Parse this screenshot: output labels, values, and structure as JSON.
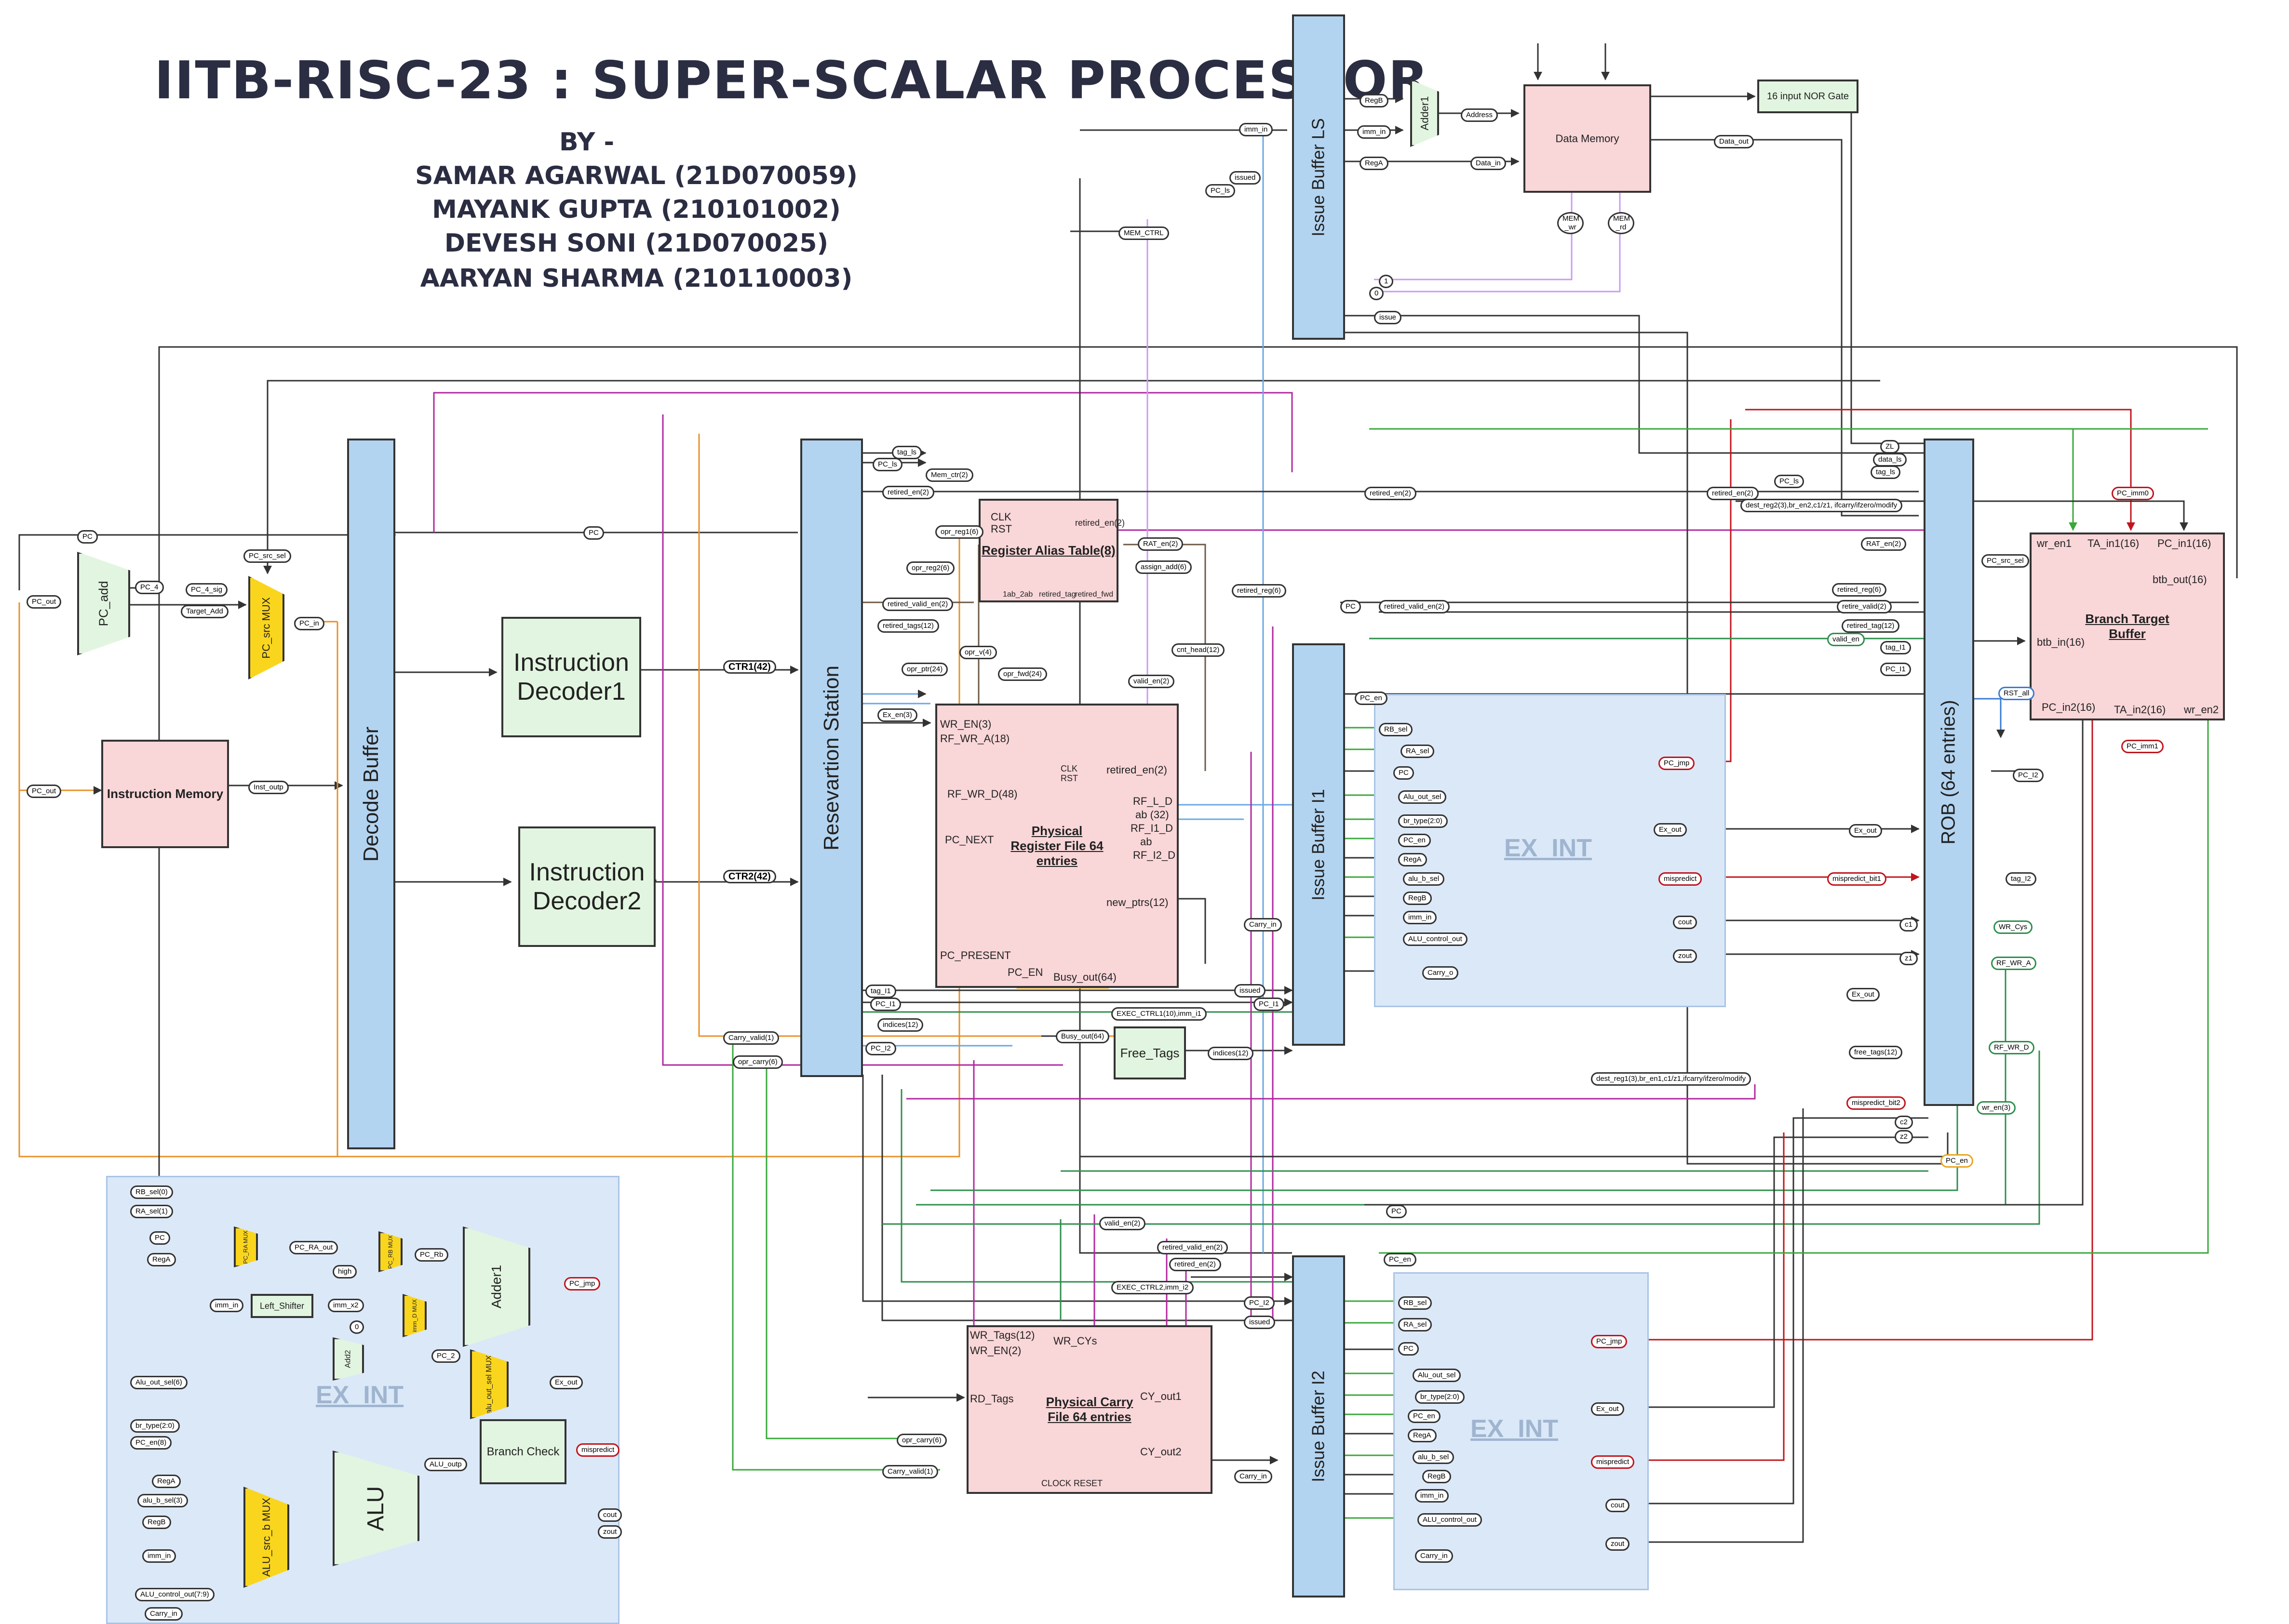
{
  "title": "IITB-RISC-23 : SUPER-SCALAR PROCESSOR",
  "by": "BY -",
  "authors": [
    "SAMAR AGARWAL (21D070059)",
    "MAYANK GUPTA (210101002)",
    "DEVESH SONI (21D070025)",
    "AARYAN SHARMA (210110003)"
  ],
  "blocks": {
    "pc_add": "PC_add",
    "pc_src_mux": "PC_src MUX",
    "instruction_memory": "Instruction Memory",
    "decode_buffer": "Decode Buffer",
    "decoder1": "Instruction Decoder1",
    "decoder2": "Instruction Decoder2",
    "reservation_station": "Resevartion Station",
    "rat": "Register Alias Table(8)",
    "prf": "Physical Register File 64 entries",
    "free_tags": "Free_Tags",
    "pcf": "Physical Carry File 64 entries",
    "issue_ls": "Issue Buffer LS",
    "issue_i1": "Issue Buffer I1",
    "issue_i2": "Issue Buffer I2",
    "adder1_ls": "Adder1",
    "data_memory": "Data Memory",
    "nor_gate": "16 input NOR Gate",
    "rob": "ROB (64 entries)",
    "btb": "Branch Target Buffer",
    "ex_int": "EX_INT",
    "alu": "ALU",
    "adder1_ex": "Adder1",
    "branch_check": "Branch Check",
    "left_shifter": "Left_Shifter",
    "alu_src_b_mux": "ALU_src_b MUX",
    "alu_out_sel_mux": "alu_out_sel MUX",
    "pc_rb_mux": "PC_RB MUX",
    "pc_ra_mux": "PC_RA MUX",
    "imm_d_mux": "imm_D MUX",
    "add2": "Add2"
  },
  "prf_ports": {
    "left": [
      "WR_EN(3)",
      "RF_WR_A(18)",
      "RF_WR_D(48)",
      "PC_NEXT",
      "PC_PRESENT",
      "PC_EN"
    ],
    "right": [
      "retired_en(2)",
      "RF_L_D",
      "ab (32)",
      "RF_I1_D",
      "ab",
      "RF_I2_D",
      "new_ptrs(12)"
    ],
    "bottom": "Busy_out(64)",
    "clk": "CLK",
    "rst": "RST"
  },
  "rat_ports": {
    "clk": "CLK",
    "rst": "RST",
    "retired_en": "retired_en(2)",
    "bottom": [
      "1ab_2ab",
      "retired_tag",
      "retired_fwd"
    ]
  },
  "pcf_ports": {
    "left": [
      "WR_Tags(12)",
      "WR_EN(2)",
      "RD_Tags"
    ],
    "top": "WR_CYs",
    "right": [
      "CY_out1",
      "CY_out2"
    ],
    "bottom": "CLOCK  RESET"
  },
  "btb_ports": {
    "top": [
      "wr_en1",
      "TA_in1(16)",
      "PC_in1(16)"
    ],
    "right": "btb_out(16)",
    "left": "btb_in(16)",
    "bottom": [
      "PC_in2(16)",
      "TA_in2(16)",
      "wr_en2"
    ]
  },
  "wires": {
    "ctr1": "CTR1(42)",
    "ctr2": "CTR2(42)",
    "inst_outp": "Inst_outp",
    "pc_out_a": "PC_out",
    "pc_out_b": "PC_out",
    "pc": "PC",
    "pc_in": "PC_in",
    "pc_4": "PC_4",
    "pc_4_sig": "PC_4_sig",
    "target_add": "Target_Add",
    "pc_src_sel": "PC_src_sel",
    "imm_in": "imm_in",
    "issued": "issued",
    "pc_ls": "PC_ls",
    "mem_ctrl": "MEM_CTRL",
    "regb": "RegB",
    "rega": "RegA",
    "address": "Address",
    "data_in": "Data_in",
    "data_out": "Data_out",
    "mem_wr": "MEM _wr",
    "mem_rd": "MEM _rd",
    "one": "1",
    "zero": "0",
    "issue": "issue",
    "tag_ls": "tag_ls",
    "mem_ctr": "Mem_ctr(2)",
    "opr_reg1": "opr_reg1(6)",
    "opr_reg2": "opr_reg2(6)",
    "opr_v": "opr_v(4)",
    "opr_fwd": "opr_fwd(24)",
    "opr_ptr": "opr_ptr(24)",
    "retired_en": "retired_en(2)",
    "retired_valid_en": "retired_valid_en(2)",
    "retired_tags": "retired_tags(12)",
    "retired_reg": "retired_reg(6)",
    "rat_en": "RAT_en(2)",
    "assign_add": "assign_add(6)",
    "cnt_head": "cnt_head(12)",
    "valid_en": "valid_en(2)",
    "ex_en": "Ex_en(3)",
    "tag_i1": "tag_I1",
    "pc_i1": "PC_I1",
    "pc_i2": "PC_I2",
    "indices": "indices(12)",
    "carry_valid": "Carry_valid(1)",
    "opr_carry": "opr_carry(6)",
    "busy_out": "Busy_out(64)",
    "exec_ctrl1": "EXEC_CTRL1(10),imm_i1",
    "exec_ctrl2": "EXEC_CTRL2,imm_i2",
    "carry_in": "Carry_in",
    "dest_reg1": "dest_reg1(3),br_en1,c1/z1,ifcarry/ifzero/modify",
    "dest_reg2": "dest_reg2(3),br_en2,c1/z1, ifcarry/ifzero/modify",
    "rb_sel": "RB_sel",
    "ra_sel": "RA_sel",
    "alu_out_sel": "Alu_out_sel",
    "br_type": "br_type(2:0)",
    "pc_en": "PC_en",
    "alu_b_sel": "alu_b_sel",
    "alu_control_out": "ALU_control_out",
    "carry_o": "Carry_o",
    "pc_jmp": "PC_jmp",
    "ex_out": "Ex_out",
    "mispredict": "mispredict",
    "mispredict_bit1": "mispredict_bit1",
    "mispredict_bit2": "mispredict_bit2",
    "cout": "cout",
    "zout": "zout",
    "wr_cys": "WR_Cys",
    "rf_wr_a": "RF_WR_A",
    "rf_wr_d": "RF_WR_D",
    "free_tags": "free_tags(12)",
    "tag_i2": "tag_I2",
    "pc_imm0": "PC_imm0",
    "pc_imm1": "PC_imm1",
    "rst_all": "RST_all",
    "zl": "ZL",
    "data_ls": "data_ls",
    "valid_en_rob": "valid_en",
    "retire_valid": "retire_valid(2)",
    "retired_tag12": "retired_tag(12)",
    "c1": "c1",
    "z1": "z1",
    "c2": "c2",
    "z2": "z2",
    "wr_en": "wr_en(3)",
    "pc_ra_out": "PC_RA_out",
    "pc_rb": "PC_Rb",
    "imm_x2": "imm_x2",
    "pc_2": "PC_2",
    "alu_outp": "ALU_outp",
    "rb_sel0": "RB_sel(0)",
    "ra_sel1": "RA_sel(1)",
    "alu_out_sel6": "Alu_out_sel(6)",
    "pc_en8": "PC_en(8)",
    "alu_b_sel3": "alu_b_sel(3)",
    "alu_control_out7": "ALU_control_out(7:9)",
    "high": "high",
    "ex_in_b": "0"
  }
}
